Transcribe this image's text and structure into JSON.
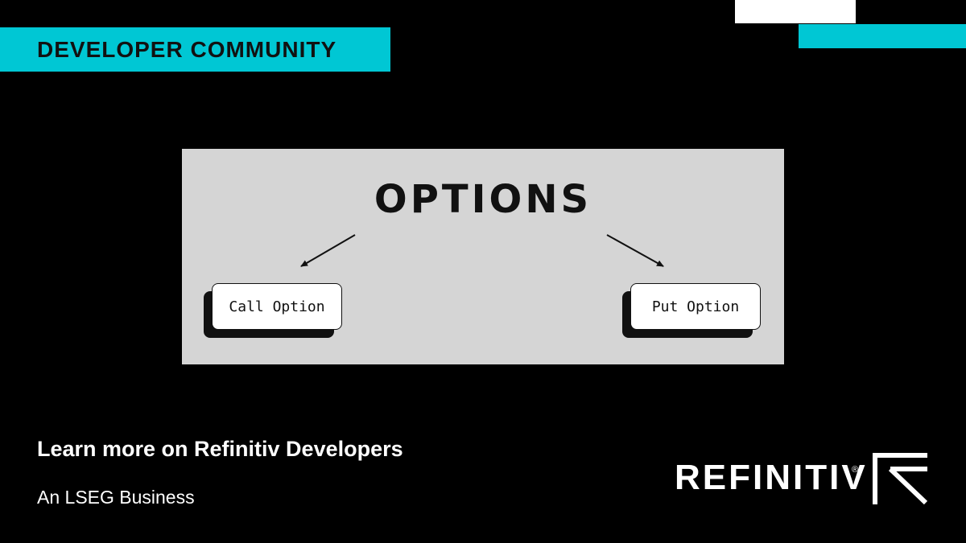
{
  "banner": {
    "label": "DEVELOPER COMMUNITY"
  },
  "figure": {
    "title": "OPTIONS",
    "left_option": "Call Option",
    "right_option": "Put Option"
  },
  "footer": {
    "cta": "Learn more on Refinitiv Developers",
    "tagline": "An LSEG Business"
  },
  "logo": {
    "wordmark": "REFINITIV",
    "registered": "®"
  },
  "colors": {
    "background": "#000000",
    "accent": "#00c7d4",
    "figure_bg": "#d5d5d5"
  }
}
